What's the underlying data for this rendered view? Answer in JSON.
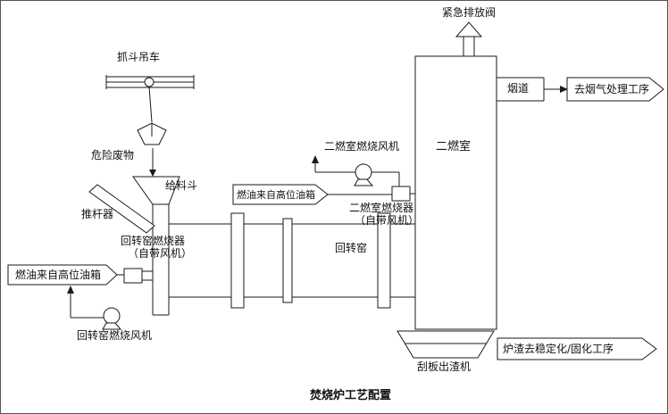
{
  "diagram_title": "焚烧炉工艺配置",
  "labels": {
    "grab_crane": "抓斗吊车",
    "hazardous_waste": "危险废物",
    "feed_hopper": "给料斗",
    "pusher": "推杆器",
    "kiln_burner_line1": "回转窑燃烧器",
    "kiln_burner_line2": "（自带风机）",
    "kiln_fan": "回转窑燃烧风机",
    "rotary_kiln": "回转窑",
    "sec_chamber_fan": "二燃室燃烧风机",
    "sec_chamber_burner_line1": "二燃室燃烧器",
    "sec_chamber_burner_line2": "（自带风机）",
    "sec_chamber": "二燃室",
    "emergency_relief_valve": "紧急排放阀",
    "flue": "烟道",
    "slag_conveyor": "刮板出渣机"
  },
  "banners": {
    "fuel_from_tank_left": "燃油来自高位油箱",
    "fuel_from_tank_mid": "燃油来自高位油箱",
    "to_flue_gas_treatment": "去烟气处理工序",
    "slag_to_stabilization": "炉渣去稳定化/固化工序"
  },
  "colors": {
    "line": "#1a1a1a",
    "background": "#ffffff",
    "text": "#111111"
  }
}
